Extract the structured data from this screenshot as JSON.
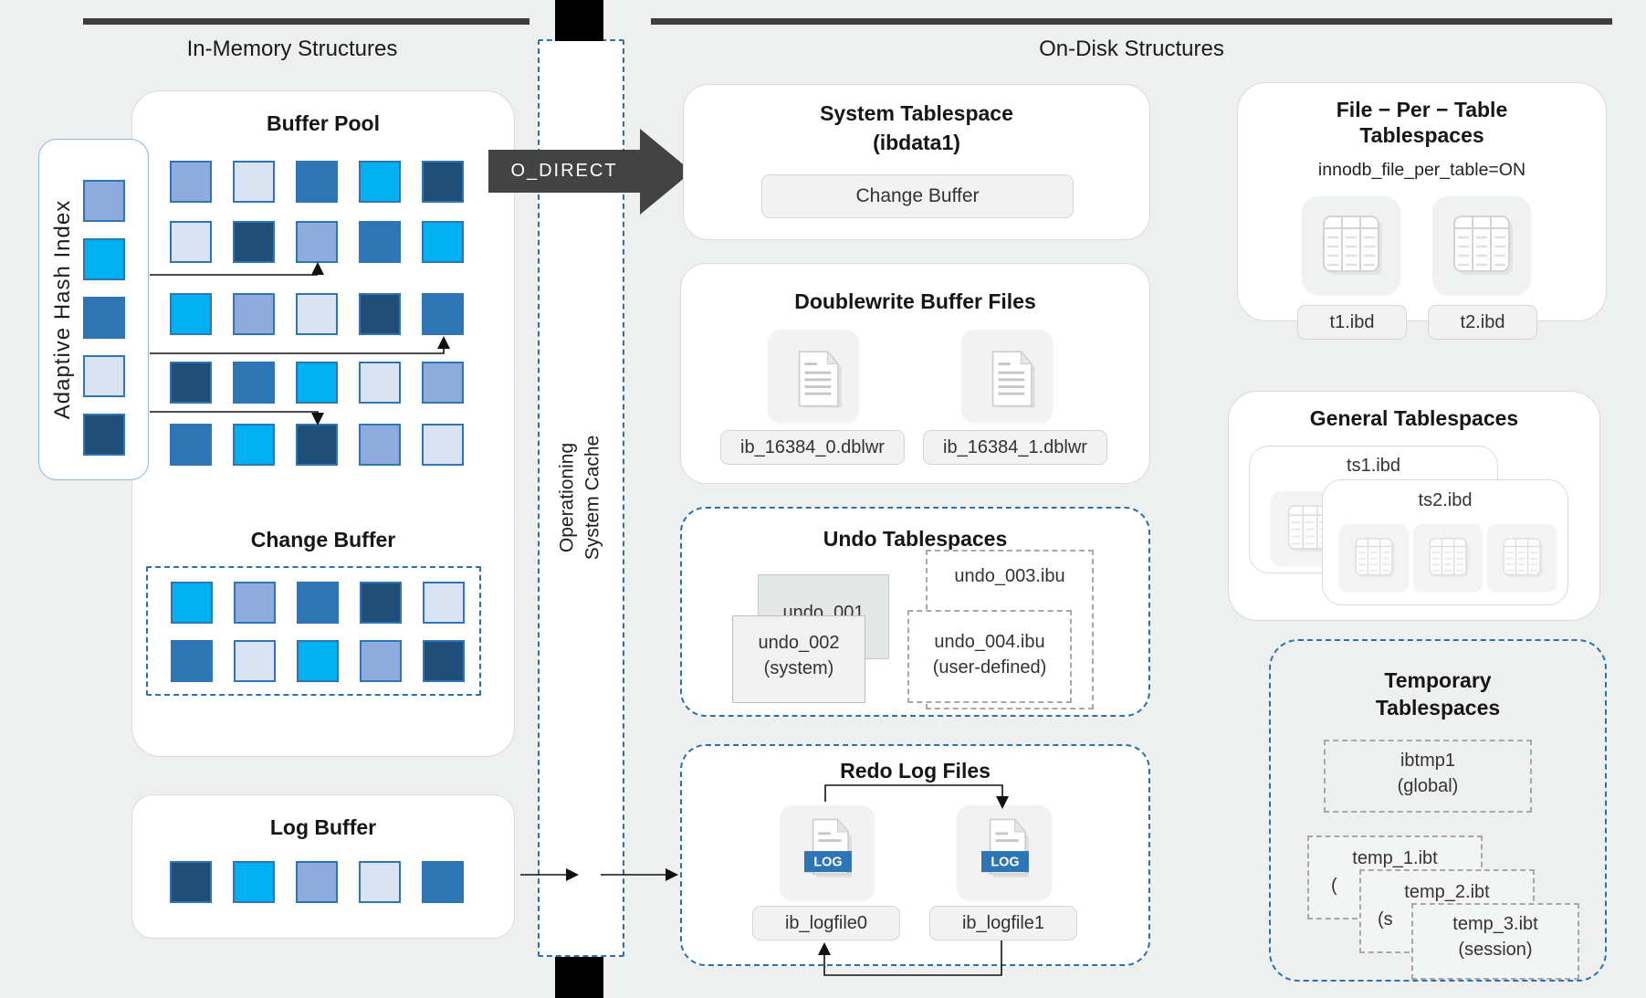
{
  "palette": {
    "p": "#8FAADC",
    "l": "#DAE3F3",
    "m": "#2E75B6",
    "c": "#00B0F0",
    "d": "#1F4E79"
  },
  "headers": {
    "left": "In-Memory Structures",
    "right": "On-Disk Structures"
  },
  "os_cache": {
    "line1": "Operationing",
    "line2": "System Cache"
  },
  "o_direct_label": "O_DIRECT",
  "in_memory": {
    "buffer_pool_title": "Buffer Pool",
    "buffer_pool_grid": [
      [
        "p",
        "l",
        "m",
        "c",
        "d"
      ],
      [
        "l",
        "d",
        "p",
        "m",
        "c"
      ],
      [
        "c",
        "p",
        "l",
        "d",
        "m"
      ],
      [
        "d",
        "m",
        "c",
        "l",
        "p"
      ],
      [
        "m",
        "c",
        "d",
        "p",
        "l"
      ]
    ],
    "ahi_title": "Adaptive Hash Index",
    "ahi_squares": [
      "p",
      "c",
      "m",
      "l",
      "d"
    ],
    "change_buffer_title": "Change Buffer",
    "change_buffer_grid": [
      [
        "c",
        "p",
        "m",
        "d",
        "l"
      ],
      [
        "m",
        "l",
        "c",
        "p",
        "d"
      ]
    ],
    "log_buffer_title": "Log Buffer",
    "log_buffer_squares": [
      "d",
      "c",
      "p",
      "l",
      "m"
    ]
  },
  "on_disk": {
    "system_tablespace": {
      "title": "System Tablespace",
      "subtitle": "(ibdata1)",
      "inner": "Change Buffer"
    },
    "doublewrite": {
      "title": "Doublewrite Buffer Files",
      "file1": "ib_16384_0.dblwr",
      "file2": "ib_16384_1.dblwr"
    },
    "undo": {
      "title": "Undo Tablespaces",
      "u1": "undo_001",
      "u2a": "undo_002",
      "u2b": "(system)",
      "u3": "undo_003.ibu",
      "u4a": "undo_004.ibu",
      "u4b": "(user-defined)"
    },
    "redo": {
      "title": "Redo Log Files",
      "badge": "LOG",
      "file1": "ib_logfile0",
      "file2": "ib_logfile1"
    },
    "file_per_table": {
      "title1": "File − Per − Table",
      "title2": "Tablespaces",
      "subtitle": "innodb_file_per_table=ON",
      "file1": "t1.ibd",
      "file2": "t2.ibd"
    },
    "general": {
      "title": "General Tablespaces",
      "ts1": "ts1.ibd",
      "ts2": "ts2.ibd"
    },
    "temporary": {
      "title1": "Temporary",
      "title2": "Tablespaces",
      "ibtmp1a": "ibtmp1",
      "ibtmp1b": "(global)",
      "t1a": "temp_1.ibt",
      "t1b": "(",
      "t2a": "temp_2.ibt",
      "t2b": "(s",
      "t3a": "temp_3.ibt",
      "t3b": "(session)"
    }
  }
}
